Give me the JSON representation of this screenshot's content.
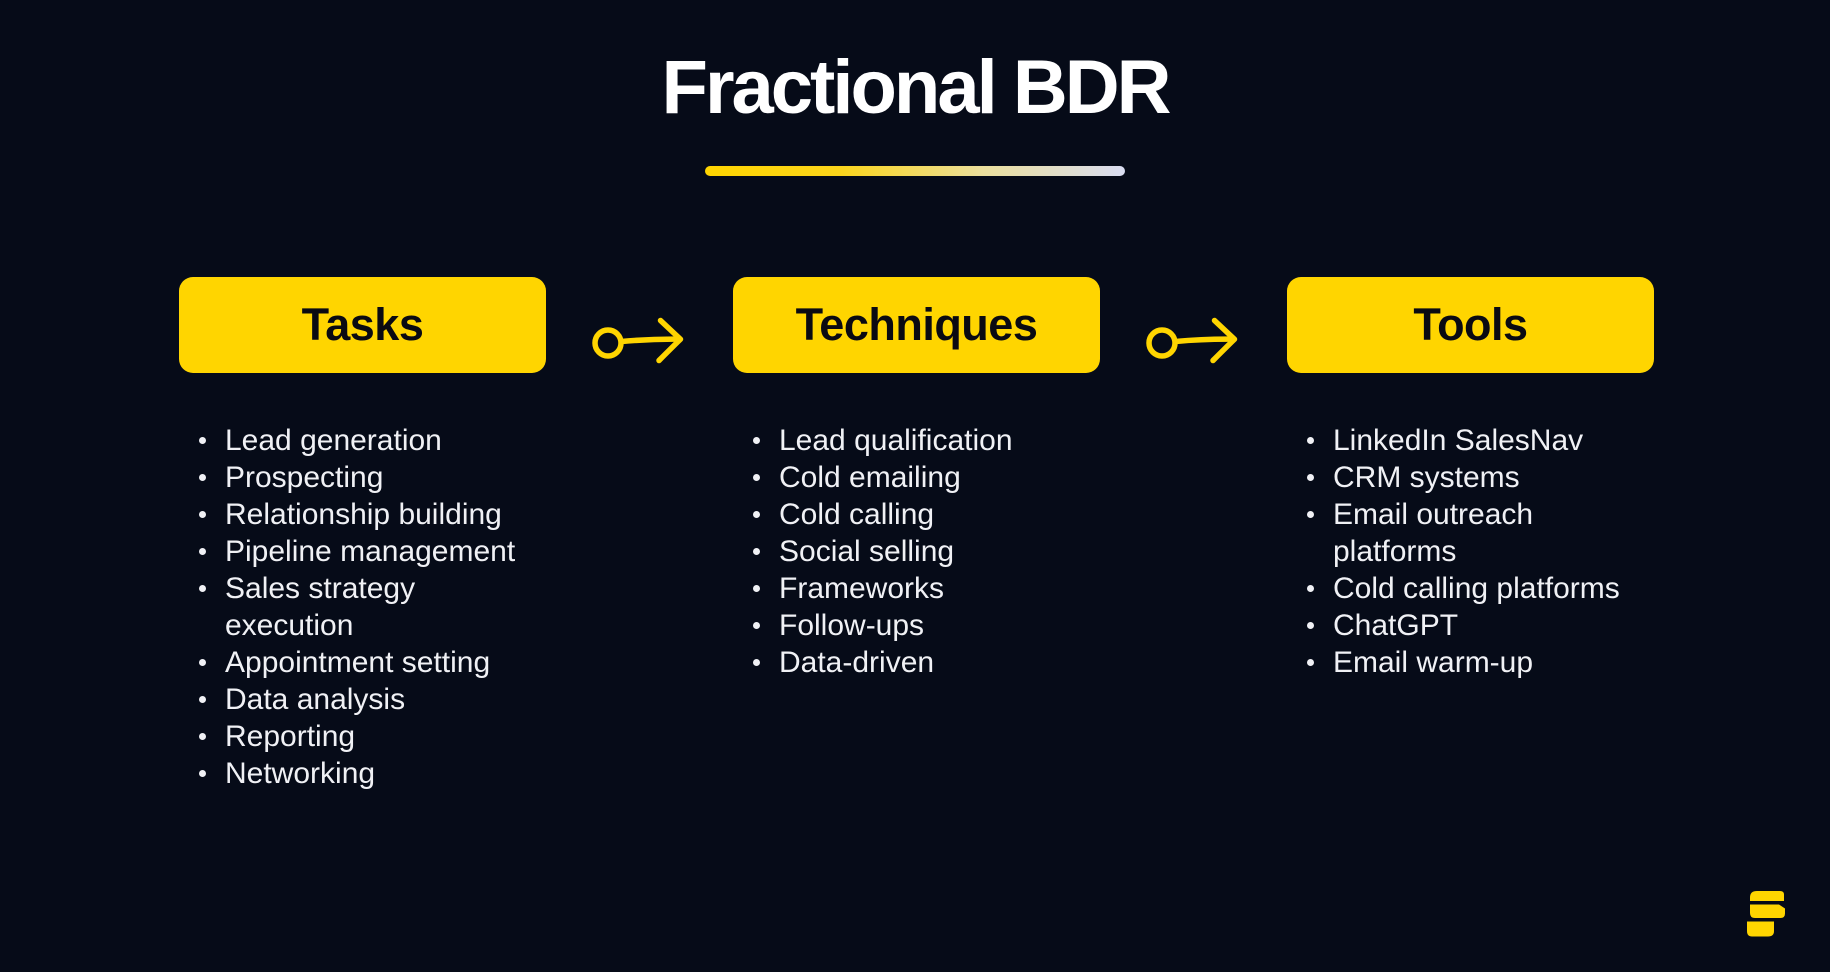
{
  "title": "Fractional BDR",
  "columns": [
    {
      "title": "Tasks",
      "items": [
        "Lead generation",
        "Prospecting",
        "Relationship building",
        "Pipeline management",
        "Sales strategy\nexecution",
        "Appointment setting",
        "Data analysis",
        "Reporting",
        "Networking"
      ]
    },
    {
      "title": "Techniques",
      "items": [
        "Lead qualification",
        "Cold emailing",
        "Cold calling",
        "Social selling",
        "Frameworks",
        "Follow-ups",
        "Data-driven"
      ]
    },
    {
      "title": "Tools",
      "items": [
        "LinkedIn SalesNav",
        "CRM systems",
        "Email outreach\nplatforms",
        "Cold calling platforms",
        "ChatGPT",
        "Email warm-up"
      ]
    }
  ],
  "icons": {
    "flow_arrow": "circle-arrow-right-icon",
    "logo": "s-logo-icon"
  },
  "colors": {
    "background": "#060B18",
    "accent": "#FFD500",
    "underline_end": "#D9DDF2",
    "title_text": "#FFFFFF",
    "box_text": "#0A0A12",
    "list_text": "#F0F1F5"
  }
}
